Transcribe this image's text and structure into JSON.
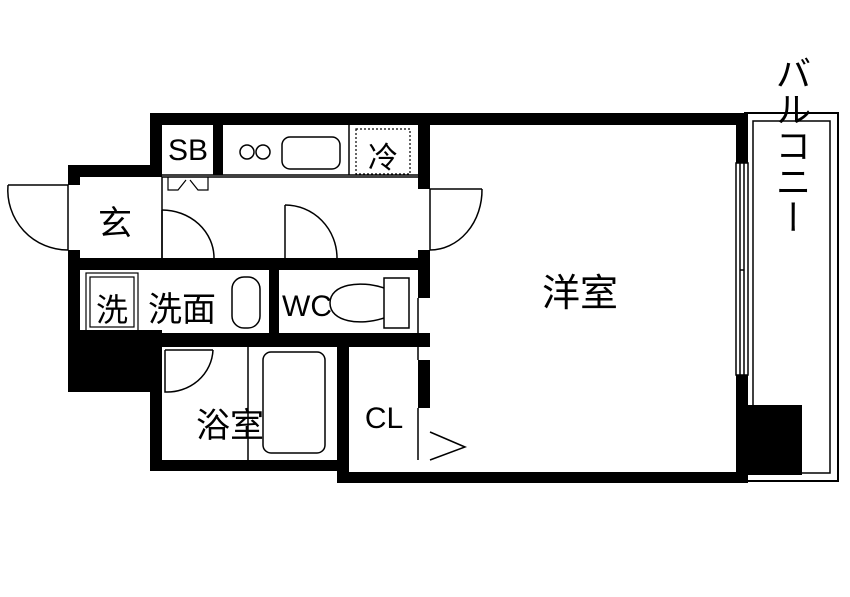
{
  "rooms": {
    "western_room": "洋室",
    "entrance": "玄",
    "shoe_box": "SB",
    "fridge": "冷",
    "washroom": "洗面",
    "washer": "洗",
    "toilet": "WC",
    "bathroom": "浴室",
    "closet": "CL",
    "balcony": "バルコニー"
  },
  "colors": {
    "wall": "#000000",
    "background": "#ffffff",
    "line": "#000000"
  }
}
